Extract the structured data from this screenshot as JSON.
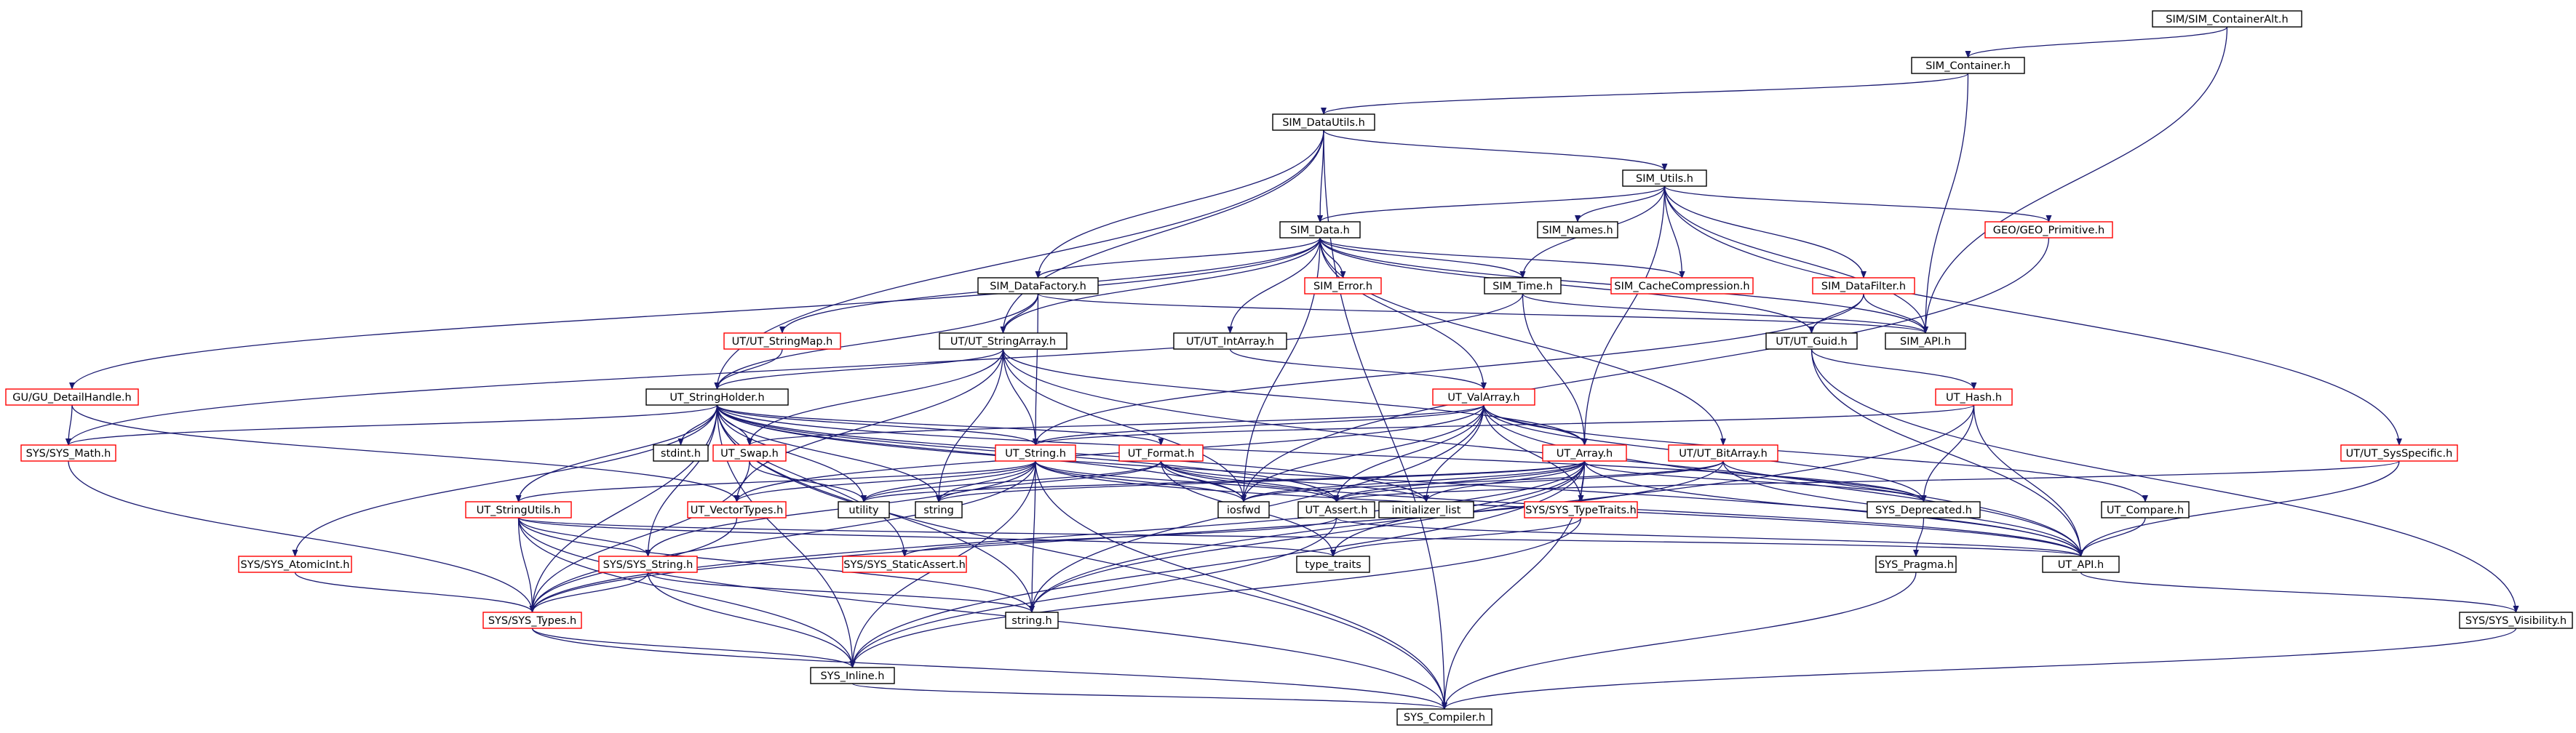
{
  "colors": {
    "edge": "#191970",
    "node_border_normal": "#000000",
    "node_border_truncated": "#ff0000",
    "node_fill_root": "#bfbfbf",
    "node_fill": "#ffffff",
    "text": "#000000"
  },
  "nodes": [
    {
      "id": "root",
      "label": "SIM/SIM_ContainerAlt.h",
      "kind": "root"
    },
    {
      "id": "container",
      "label": "SIM_Container.h",
      "kind": "normal"
    },
    {
      "id": "datautils",
      "label": "SIM_DataUtils.h",
      "kind": "normal"
    },
    {
      "id": "utils",
      "label": "SIM_Utils.h",
      "kind": "normal"
    },
    {
      "id": "data",
      "label": "SIM_Data.h",
      "kind": "normal"
    },
    {
      "id": "names",
      "label": "SIM_Names.h",
      "kind": "normal"
    },
    {
      "id": "geoprim",
      "label": "GEO/GEO_Primitive.h",
      "kind": "truncated"
    },
    {
      "id": "datafactory",
      "label": "SIM_DataFactory.h",
      "kind": "normal"
    },
    {
      "id": "error",
      "label": "SIM_Error.h",
      "kind": "truncated"
    },
    {
      "id": "time",
      "label": "SIM_Time.h",
      "kind": "normal"
    },
    {
      "id": "cachecomp",
      "label": "SIM_CacheCompression.h",
      "kind": "truncated"
    },
    {
      "id": "datafilter",
      "label": "SIM_DataFilter.h",
      "kind": "truncated"
    },
    {
      "id": "utstringmap",
      "label": "UT/UT_StringMap.h",
      "kind": "truncated"
    },
    {
      "id": "utstringarray",
      "label": "UT/UT_StringArray.h",
      "kind": "normal"
    },
    {
      "id": "utintarray",
      "label": "UT/UT_IntArray.h",
      "kind": "normal"
    },
    {
      "id": "utguid",
      "label": "UT/UT_Guid.h",
      "kind": "normal"
    },
    {
      "id": "simapi",
      "label": "SIM_API.h",
      "kind": "normal"
    },
    {
      "id": "gudetail",
      "label": "GU/GU_DetailHandle.h",
      "kind": "truncated"
    },
    {
      "id": "stringholder",
      "label": "UT_StringHolder.h",
      "kind": "normal"
    },
    {
      "id": "valarray",
      "label": "UT_ValArray.h",
      "kind": "truncated"
    },
    {
      "id": "uthash",
      "label": "UT_Hash.h",
      "kind": "truncated"
    },
    {
      "id": "sysmath",
      "label": "SYS/SYS_Math.h",
      "kind": "truncated"
    },
    {
      "id": "stdint",
      "label": "stdint.h",
      "kind": "normal"
    },
    {
      "id": "utswap",
      "label": "UT_Swap.h",
      "kind": "truncated"
    },
    {
      "id": "utstring",
      "label": "UT_String.h",
      "kind": "truncated"
    },
    {
      "id": "utformat",
      "label": "UT_Format.h",
      "kind": "truncated"
    },
    {
      "id": "utarray",
      "label": "UT_Array.h",
      "kind": "truncated"
    },
    {
      "id": "utbitarray",
      "label": "UT/UT_BitArray.h",
      "kind": "truncated"
    },
    {
      "id": "syssysspecific",
      "label": "UT/UT_SysSpecific.h",
      "kind": "truncated"
    },
    {
      "id": "utstringutils",
      "label": "UT_StringUtils.h",
      "kind": "truncated"
    },
    {
      "id": "utvectortypes",
      "label": "UT_VectorTypes.h",
      "kind": "truncated"
    },
    {
      "id": "utility",
      "label": "utility",
      "kind": "normal"
    },
    {
      "id": "string",
      "label": "string",
      "kind": "normal"
    },
    {
      "id": "iosfwd",
      "label": "iosfwd",
      "kind": "normal"
    },
    {
      "id": "utassert",
      "label": "UT_Assert.h",
      "kind": "normal"
    },
    {
      "id": "initlist",
      "label": "initializer_list",
      "kind": "normal"
    },
    {
      "id": "systypetraits",
      "label": "SYS/SYS_TypeTraits.h",
      "kind": "truncated"
    },
    {
      "id": "sysdeprecated",
      "label": "SYS_Deprecated.h",
      "kind": "normal"
    },
    {
      "id": "utcompare",
      "label": "UT_Compare.h",
      "kind": "normal"
    },
    {
      "id": "sysatomicint",
      "label": "SYS/SYS_AtomicInt.h",
      "kind": "truncated"
    },
    {
      "id": "syssysstring",
      "label": "SYS/SYS_String.h",
      "kind": "truncated"
    },
    {
      "id": "sysstaticassert",
      "label": "SYS/SYS_StaticAssert.h",
      "kind": "truncated"
    },
    {
      "id": "typetraits",
      "label": "type_traits",
      "kind": "normal"
    },
    {
      "id": "syspragma",
      "label": "SYS_Pragma.h",
      "kind": "normal"
    },
    {
      "id": "utapi",
      "label": "UT_API.h",
      "kind": "normal"
    },
    {
      "id": "systypes",
      "label": "SYS/SYS_Types.h",
      "kind": "truncated"
    },
    {
      "id": "stringh",
      "label": "string.h",
      "kind": "normal"
    },
    {
      "id": "sysvisibility",
      "label": "SYS/SYS_Visibility.h",
      "kind": "normal"
    },
    {
      "id": "sysinline",
      "label": "SYS_Inline.h",
      "kind": "normal"
    },
    {
      "id": "syscompiler",
      "label": "SYS_Compiler.h",
      "kind": "normal"
    }
  ],
  "edges": [
    [
      "root",
      "container"
    ],
    [
      "root",
      "simapi"
    ],
    [
      "container",
      "datautils"
    ],
    [
      "container",
      "simapi"
    ],
    [
      "datautils",
      "utils"
    ],
    [
      "datautils",
      "data"
    ],
    [
      "datautils",
      "datafactory"
    ],
    [
      "datautils",
      "utstringarray"
    ],
    [
      "datautils",
      "stringholder"
    ],
    [
      "datautils",
      "syscompiler"
    ],
    [
      "utils",
      "data"
    ],
    [
      "utils",
      "names"
    ],
    [
      "utils",
      "geoprim"
    ],
    [
      "utils",
      "time"
    ],
    [
      "utils",
      "cachecomp"
    ],
    [
      "utils",
      "datafilter"
    ],
    [
      "utils",
      "simapi"
    ],
    [
      "utils",
      "syssysspecific"
    ],
    [
      "utils",
      "utarray"
    ],
    [
      "data",
      "datafactory"
    ],
    [
      "data",
      "error"
    ],
    [
      "data",
      "time"
    ],
    [
      "data",
      "cachecomp"
    ],
    [
      "data",
      "simapi"
    ],
    [
      "data",
      "utstringmap"
    ],
    [
      "data",
      "utstringarray"
    ],
    [
      "data",
      "utintarray"
    ],
    [
      "data",
      "utguid"
    ],
    [
      "data",
      "gudetail"
    ],
    [
      "data",
      "valarray"
    ],
    [
      "data",
      "utbitarray"
    ],
    [
      "data",
      "iosfwd"
    ],
    [
      "geoprim",
      "iosfwd"
    ],
    [
      "datafactory",
      "utstringarray"
    ],
    [
      "datafactory",
      "simapi"
    ],
    [
      "datafactory",
      "utstring"
    ],
    [
      "datafactory",
      "stringholder"
    ],
    [
      "time",
      "simapi"
    ],
    [
      "time",
      "utarray"
    ],
    [
      "time",
      "sysmath"
    ],
    [
      "datafilter",
      "simapi"
    ],
    [
      "datafilter",
      "utguid"
    ],
    [
      "datafilter",
      "utstring"
    ],
    [
      "utstringmap",
      "stringholder"
    ],
    [
      "utstringarray",
      "stringholder"
    ],
    [
      "utstringarray",
      "utarray"
    ],
    [
      "utstringarray",
      "utswap"
    ],
    [
      "utstringarray",
      "utstring"
    ],
    [
      "utstringarray",
      "utapi"
    ],
    [
      "utstringarray",
      "string"
    ],
    [
      "utstringarray",
      "iosfwd"
    ],
    [
      "utstringarray",
      "utvectortypes"
    ],
    [
      "utintarray",
      "valarray"
    ],
    [
      "utguid",
      "uthash"
    ],
    [
      "utguid",
      "utapi"
    ],
    [
      "utguid",
      "sysvisibility"
    ],
    [
      "gudetail",
      "sysmath"
    ],
    [
      "gudetail",
      "utvectortypes"
    ],
    [
      "valarray",
      "utarray"
    ],
    [
      "valarray",
      "utstring"
    ],
    [
      "valarray",
      "utswap"
    ],
    [
      "valarray",
      "utassert"
    ],
    [
      "valarray",
      "utapi"
    ],
    [
      "valarray",
      "systypetraits"
    ],
    [
      "valarray",
      "sysdeprecated"
    ],
    [
      "valarray",
      "utcompare"
    ],
    [
      "valarray",
      "iosfwd"
    ],
    [
      "valarray",
      "initlist"
    ],
    [
      "valarray",
      "utvectortypes"
    ],
    [
      "valarray",
      "stringh"
    ],
    [
      "uthash",
      "utstring"
    ],
    [
      "uthash",
      "sysdeprecated"
    ],
    [
      "uthash",
      "utapi"
    ],
    [
      "uthash",
      "stringh"
    ],
    [
      "stringholder",
      "utstring"
    ],
    [
      "stringholder",
      "utformat"
    ],
    [
      "stringholder",
      "utswap"
    ],
    [
      "stringholder",
      "sysmath"
    ],
    [
      "stringholder",
      "stdint"
    ],
    [
      "stringholder",
      "utstringutils"
    ],
    [
      "stringholder",
      "utility"
    ],
    [
      "stringholder",
      "string"
    ],
    [
      "stringholder",
      "iosfwd"
    ],
    [
      "stringholder",
      "utassert"
    ],
    [
      "stringholder",
      "utapi"
    ],
    [
      "stringholder",
      "systypes"
    ],
    [
      "stringholder",
      "sysinline"
    ],
    [
      "stringholder",
      "syscompiler"
    ],
    [
      "stringholder",
      "sysatomicint"
    ],
    [
      "stringholder",
      "syssysstring"
    ],
    [
      "stringholder",
      "sysstaticassert"
    ],
    [
      "stringholder",
      "stringh"
    ],
    [
      "stringholder",
      "sysdeprecated"
    ],
    [
      "stringholder",
      "initlist"
    ],
    [
      "sysmath",
      "systypes"
    ],
    [
      "utswap",
      "utility"
    ],
    [
      "utswap",
      "systypes"
    ],
    [
      "utstring",
      "utapi"
    ],
    [
      "utstring",
      "utassert"
    ],
    [
      "utstring",
      "utstringutils"
    ],
    [
      "utstring",
      "utvectortypes"
    ],
    [
      "utstring",
      "syssysstring"
    ],
    [
      "utstring",
      "systypes"
    ],
    [
      "utstring",
      "sysinline"
    ],
    [
      "utstring",
      "syscompiler"
    ],
    [
      "utstring",
      "string"
    ],
    [
      "utstring",
      "iosfwd"
    ],
    [
      "utstring",
      "stringh"
    ],
    [
      "utstring",
      "utility"
    ],
    [
      "utformat",
      "utapi"
    ],
    [
      "utformat",
      "utassert"
    ],
    [
      "utformat",
      "string"
    ],
    [
      "utformat",
      "iosfwd"
    ],
    [
      "utformat",
      "typetraits"
    ],
    [
      "utformat",
      "utility"
    ],
    [
      "utformat",
      "initlist"
    ],
    [
      "utarray",
      "utapi"
    ],
    [
      "utarray",
      "utassert"
    ],
    [
      "utarray",
      "systypetraits"
    ],
    [
      "utarray",
      "sysdeprecated"
    ],
    [
      "utarray",
      "syscompiler"
    ],
    [
      "utarray",
      "systypes"
    ],
    [
      "utarray",
      "sysinline"
    ],
    [
      "utarray",
      "stringh"
    ],
    [
      "utarray",
      "iosfwd"
    ],
    [
      "utarray",
      "initlist"
    ],
    [
      "utarray",
      "typetraits"
    ],
    [
      "utarray",
      "string"
    ],
    [
      "utarray",
      "utility"
    ],
    [
      "utbitarray",
      "utapi"
    ],
    [
      "utbitarray",
      "utassert"
    ],
    [
      "utbitarray",
      "sysdeprecated"
    ],
    [
      "utbitarray",
      "systypes"
    ],
    [
      "utbitarray",
      "iosfwd"
    ],
    [
      "syssysspecific",
      "utapi"
    ],
    [
      "syssysspecific",
      "utassert"
    ],
    [
      "utstringutils",
      "utapi"
    ],
    [
      "utstringutils",
      "systypes"
    ],
    [
      "utstringutils",
      "syssysstring"
    ],
    [
      "utstringutils",
      "stringh"
    ],
    [
      "utstringutils",
      "syscompiler"
    ],
    [
      "utstringutils",
      "sysinline"
    ],
    [
      "utstringutils",
      "typetraits"
    ],
    [
      "utvectortypes",
      "systypes"
    ],
    [
      "utassert",
      "utapi"
    ],
    [
      "utassert",
      "sysstaticassert"
    ],
    [
      "utassert",
      "sysinline"
    ],
    [
      "systypetraits",
      "typetraits"
    ],
    [
      "systypetraits",
      "sysinline"
    ],
    [
      "sysdeprecated",
      "syspragma"
    ],
    [
      "utcompare",
      "utapi"
    ],
    [
      "sysatomicint",
      "systypes"
    ],
    [
      "syssysstring",
      "systypes"
    ],
    [
      "syssysstring",
      "sysinline"
    ],
    [
      "syssysstring",
      "stringh"
    ],
    [
      "syspragma",
      "syscompiler"
    ],
    [
      "utapi",
      "sysvisibility"
    ],
    [
      "systypes",
      "sysinline"
    ],
    [
      "systypes",
      "syscompiler"
    ],
    [
      "sysvisibility",
      "syscompiler"
    ],
    [
      "sysinline",
      "syscompiler"
    ]
  ]
}
